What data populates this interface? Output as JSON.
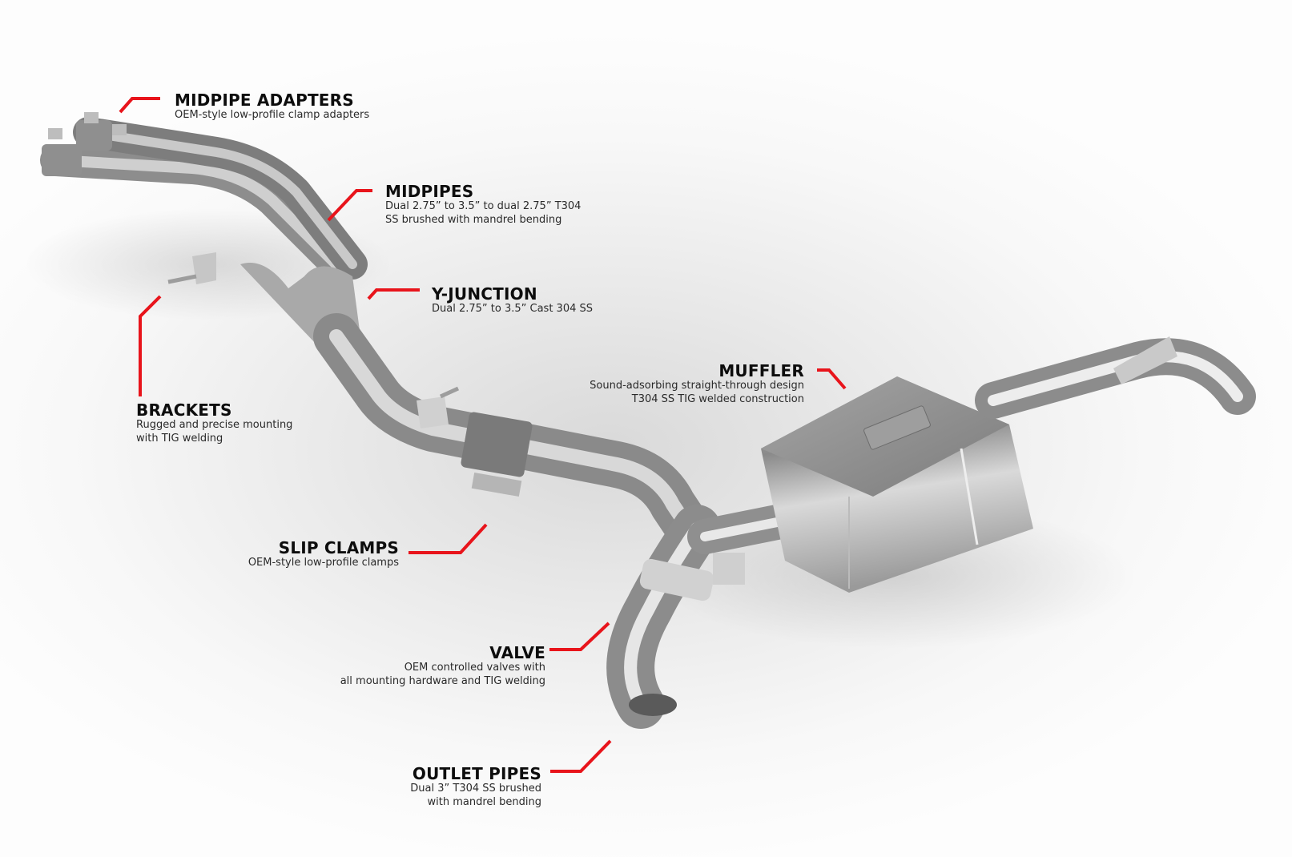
{
  "diagram": {
    "subject": "Exhaust system component diagram",
    "accent_color": "#e8141b",
    "background_color": "#f5f5f5",
    "callouts": [
      {
        "id": "midpipe-adapters",
        "title": "MIDPIPE ADAPTERS",
        "lines": [
          "OEM-style low-profile clamp adapters"
        ]
      },
      {
        "id": "midpipes",
        "title": "MIDPIPES",
        "lines": [
          "Dual 2.75” to 3.5” to dual 2.75” T304",
          "SS brushed with mandrel bending"
        ]
      },
      {
        "id": "y-junction",
        "title": "Y-JUNCTION",
        "lines": [
          "Dual 2.75” to 3.5” Cast 304 SS"
        ]
      },
      {
        "id": "brackets",
        "title": "BRACKETS",
        "lines": [
          "Rugged and precise mounting",
          "with TIG welding"
        ]
      },
      {
        "id": "muffler",
        "title": "MUFFLER",
        "lines": [
          "Sound-adsorbing straight-through design",
          "T304 SS TIG welded construction"
        ]
      },
      {
        "id": "slip-clamps",
        "title": "SLIP CLAMPS",
        "lines": [
          "OEM-style low-profile clamps"
        ]
      },
      {
        "id": "valve",
        "title": "VALVE",
        "lines": [
          "OEM controlled valves with",
          "all mounting hardware and TIG welding"
        ]
      },
      {
        "id": "outlet-pipes",
        "title": "OUTLET PIPES",
        "lines": [
          "Dual 3” T304 SS brushed",
          "with mandrel bending"
        ]
      }
    ]
  }
}
